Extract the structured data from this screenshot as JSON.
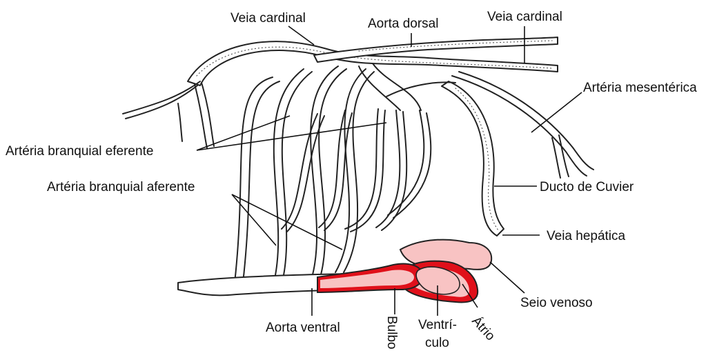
{
  "colors": {
    "heart_chamber_pink": "#f8c3c3",
    "heart_wall_red": "#e0101a",
    "line": "#222222",
    "background": "#ffffff"
  },
  "labels": {
    "veia_cardinal_left": "Veia cardinal",
    "aorta_dorsal": "Aorta dorsal",
    "veia_cardinal_right": "Veia cardinal",
    "arteria_mesenterica": "Artéria mesentérica",
    "arteria_branquial_eferente": "Artéria branquial eferente",
    "arteria_branquial_aferente": "Artéria branquial aferente",
    "ducto_de_cuvier": "Ducto de Cuvier",
    "veia_hepatica": "Veia hepática",
    "seio_venoso": "Seio venoso",
    "aorta_ventral": "Aorta ventral",
    "bulbo": "Bulbo",
    "ventriculo_line1": "Ventrí-",
    "ventriculo_line2": "culo",
    "atrio": "Átrio"
  }
}
